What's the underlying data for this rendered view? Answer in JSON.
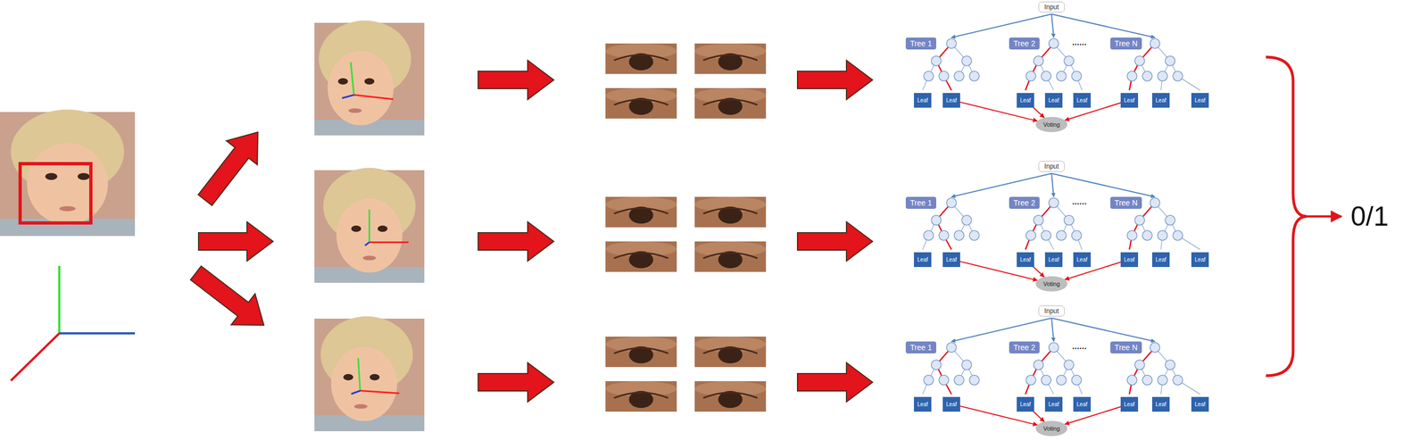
{
  "diagram": {
    "nodes": [
      {
        "text": [
          "Input"
        ]
      },
      {
        "text": [
          "Tree 1"
        ]
      },
      {
        "text": [
          "Tree 2"
        ]
      },
      {
        "text": [
          "Tree N"
        ]
      },
      {
        "text": [
          "Leaf"
        ]
      },
      {
        "text": [
          "Leaf"
        ]
      },
      {
        "text": [
          "Leaf"
        ]
      },
      {
        "text": [
          "Leaf"
        ]
      },
      {
        "text": [
          "Leaf"
        ]
      },
      {
        "text": [
          "Leaf"
        ]
      },
      {
        "text": [
          "Leaf"
        ]
      },
      {
        "text": [
          "Leaf"
        ]
      },
      {
        "text": [
          "Voting"
        ]
      },
      {
        "text": [
          "Input"
        ]
      },
      {
        "text": [
          "Tree 1"
        ]
      },
      {
        "text": [
          "Tree 2"
        ]
      },
      {
        "text": [
          "Tree N"
        ]
      },
      {
        "text": [
          "Leaf"
        ]
      },
      {
        "text": [
          "Leaf"
        ]
      },
      {
        "text": [
          "Leaf"
        ]
      },
      {
        "text": [
          "Leaf"
        ]
      },
      {
        "text": [
          "Leaf"
        ]
      },
      {
        "text": [
          "Leaf"
        ]
      },
      {
        "text": [
          "Leaf"
        ]
      },
      {
        "text": [
          "Leaf"
        ]
      },
      {
        "text": [
          "Voting"
        ]
      },
      {
        "text": [
          "Input"
        ]
      },
      {
        "text": [
          "Tree 1"
        ]
      },
      {
        "text": [
          "Tree 2"
        ]
      },
      {
        "text": [
          "Tree N"
        ]
      },
      {
        "text": [
          "Leaf"
        ]
      },
      {
        "text": [
          "Leaf"
        ]
      },
      {
        "text": [
          "Leaf"
        ]
      },
      {
        "text": [
          "Leaf"
        ]
      },
      {
        "text": [
          "Leaf"
        ]
      },
      {
        "text": [
          "Leaf"
        ]
      },
      {
        "text": [
          "Leaf"
        ]
      },
      {
        "text": [
          "Leaf"
        ]
      },
      {
        "text": [
          "Voting"
        ]
      }
    ],
    "edges": [
      {
        "from": 5,
        "to": 12,
        "arrow": "to"
      },
      {
        "from": 6,
        "to": 12,
        "arrow": "to"
      },
      {
        "from": 9,
        "to": 12,
        "arrow": "to"
      },
      {
        "from": 18,
        "to": 25,
        "arrow": "to"
      },
      {
        "from": 19,
        "to": 25,
        "arrow": "to"
      },
      {
        "from": 22,
        "to": 25,
        "arrow": "to"
      },
      {
        "from": 31,
        "to": 38,
        "arrow": "to"
      },
      {
        "from": 32,
        "to": 38,
        "arrow": "to"
      },
      {
        "from": 35,
        "to": 38,
        "arrow": "to"
      }
    ],
    "labels": [
      "......",
      "......",
      "......",
      "0/1"
    ]
  }
}
